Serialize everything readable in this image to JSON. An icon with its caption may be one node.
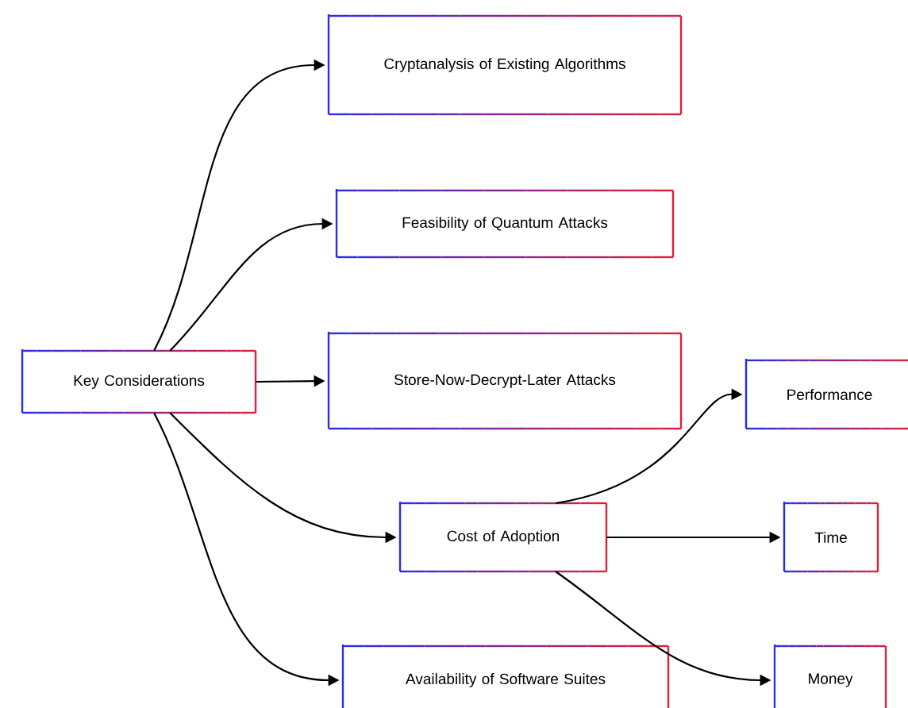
{
  "diagram": {
    "nodes": [
      {
        "text": [
          "Key Considerations"
        ]
      },
      {
        "text": [
          "Cryptanalysis of Existing Algorithms"
        ]
      },
      {
        "text": [
          "Feasibility of Quantum Attacks"
        ]
      },
      {
        "text": [
          "Store-Now-Decrypt-Later Attacks"
        ]
      },
      {
        "text": [
          "Cost of Adoption"
        ]
      },
      {
        "text": [
          "Availability of Software Suites"
        ]
      },
      {
        "text": [
          "Performance"
        ]
      },
      {
        "text": [
          "Time"
        ]
      },
      {
        "text": [
          "Money"
        ]
      }
    ],
    "edges": [
      {
        "from": 0,
        "to": 1,
        "arrow": "to"
      },
      {
        "from": 0,
        "to": 2,
        "arrow": "to"
      },
      {
        "from": 0,
        "to": 3,
        "arrow": "to"
      },
      {
        "from": 0,
        "to": 4,
        "arrow": "to"
      },
      {
        "from": 0,
        "to": 5,
        "arrow": "to"
      },
      {
        "from": 4,
        "to": 6,
        "arrow": "to"
      },
      {
        "from": 4,
        "to": 7,
        "arrow": "to"
      },
      {
        "from": 4,
        "to": 8,
        "arrow": "to"
      }
    ]
  }
}
